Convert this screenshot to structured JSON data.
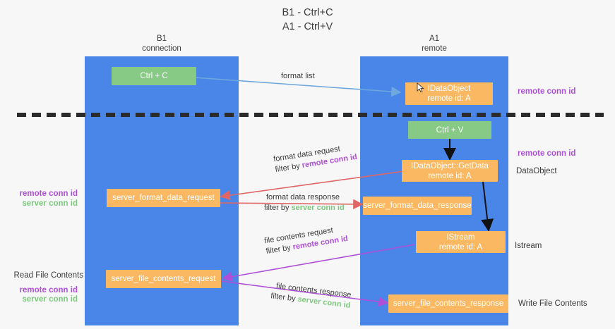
{
  "title": "B1 - Ctrl+C\nA1 - Ctrl+V",
  "lanes": [
    {
      "id": "b1",
      "title": "B1\nconnection"
    },
    {
      "id": "a1",
      "title": "A1\nremote"
    }
  ],
  "nodes": {
    "ctrl_c": {
      "label": "Ctrl + C",
      "sub": ""
    },
    "idataobject": {
      "label": "IDataObject",
      "sub": "remote id: A"
    },
    "ctrl_v": {
      "label": "Ctrl + V",
      "sub": ""
    },
    "getdata": {
      "label": "IDataObject::GetData",
      "sub": "remote id: A"
    },
    "server_format_data_request": {
      "label": "server_format_data_request",
      "sub": ""
    },
    "server_format_data_response": {
      "label": "server_format_data_response",
      "sub": ""
    },
    "istream": {
      "label": "IStream",
      "sub": "remote id: A"
    },
    "server_file_contents_request": {
      "label": "server_file_contents_request",
      "sub": ""
    },
    "server_file_contents_response": {
      "label": "server_file_contents_response",
      "sub": ""
    }
  },
  "edges": {
    "format_list": {
      "text": "format list"
    },
    "format_data_request": {
      "line1": "format data request",
      "line2_prefix": "filter by ",
      "line2_key": "remote conn id"
    },
    "format_data_response": {
      "line1": "format data response",
      "line2_prefix": "filter by ",
      "line2_key": "server conn id"
    },
    "file_contents_request": {
      "line1": "file contents request",
      "line2_prefix": "filter by ",
      "line2_key": "remote conn id"
    },
    "file_contents_response": {
      "line1": "file contents response",
      "line2_prefix": "filter by ",
      "line2_key": "server conn id"
    }
  },
  "annotations": {
    "right_remote_1": "remote conn id",
    "right_remote_2": "remote conn id",
    "right_dataobject": "DataObject",
    "right_istream": "Istream",
    "right_write_file_contents": "Write File Contents",
    "left_remote_conn_id_1": "remote conn id",
    "left_server_conn_id_1": "server conn id",
    "left_read_file_contents": "Read File Contents",
    "left_remote_conn_id_2": "remote conn id",
    "left_server_conn_id_2": "server conn id"
  },
  "colors": {
    "lane": "#4a86e8",
    "green_node": "#86ca86",
    "orange_node": "#fbb862",
    "remote_conn": "#b050d8",
    "server_conn": "#7fc97f",
    "arrow_blue": "#6fa8dc",
    "arrow_red": "#e06666",
    "arrow_purple": "#b050d8",
    "arrow_black": "#000000",
    "separator": "#2b2b2b",
    "background": "#f7f7f7"
  }
}
